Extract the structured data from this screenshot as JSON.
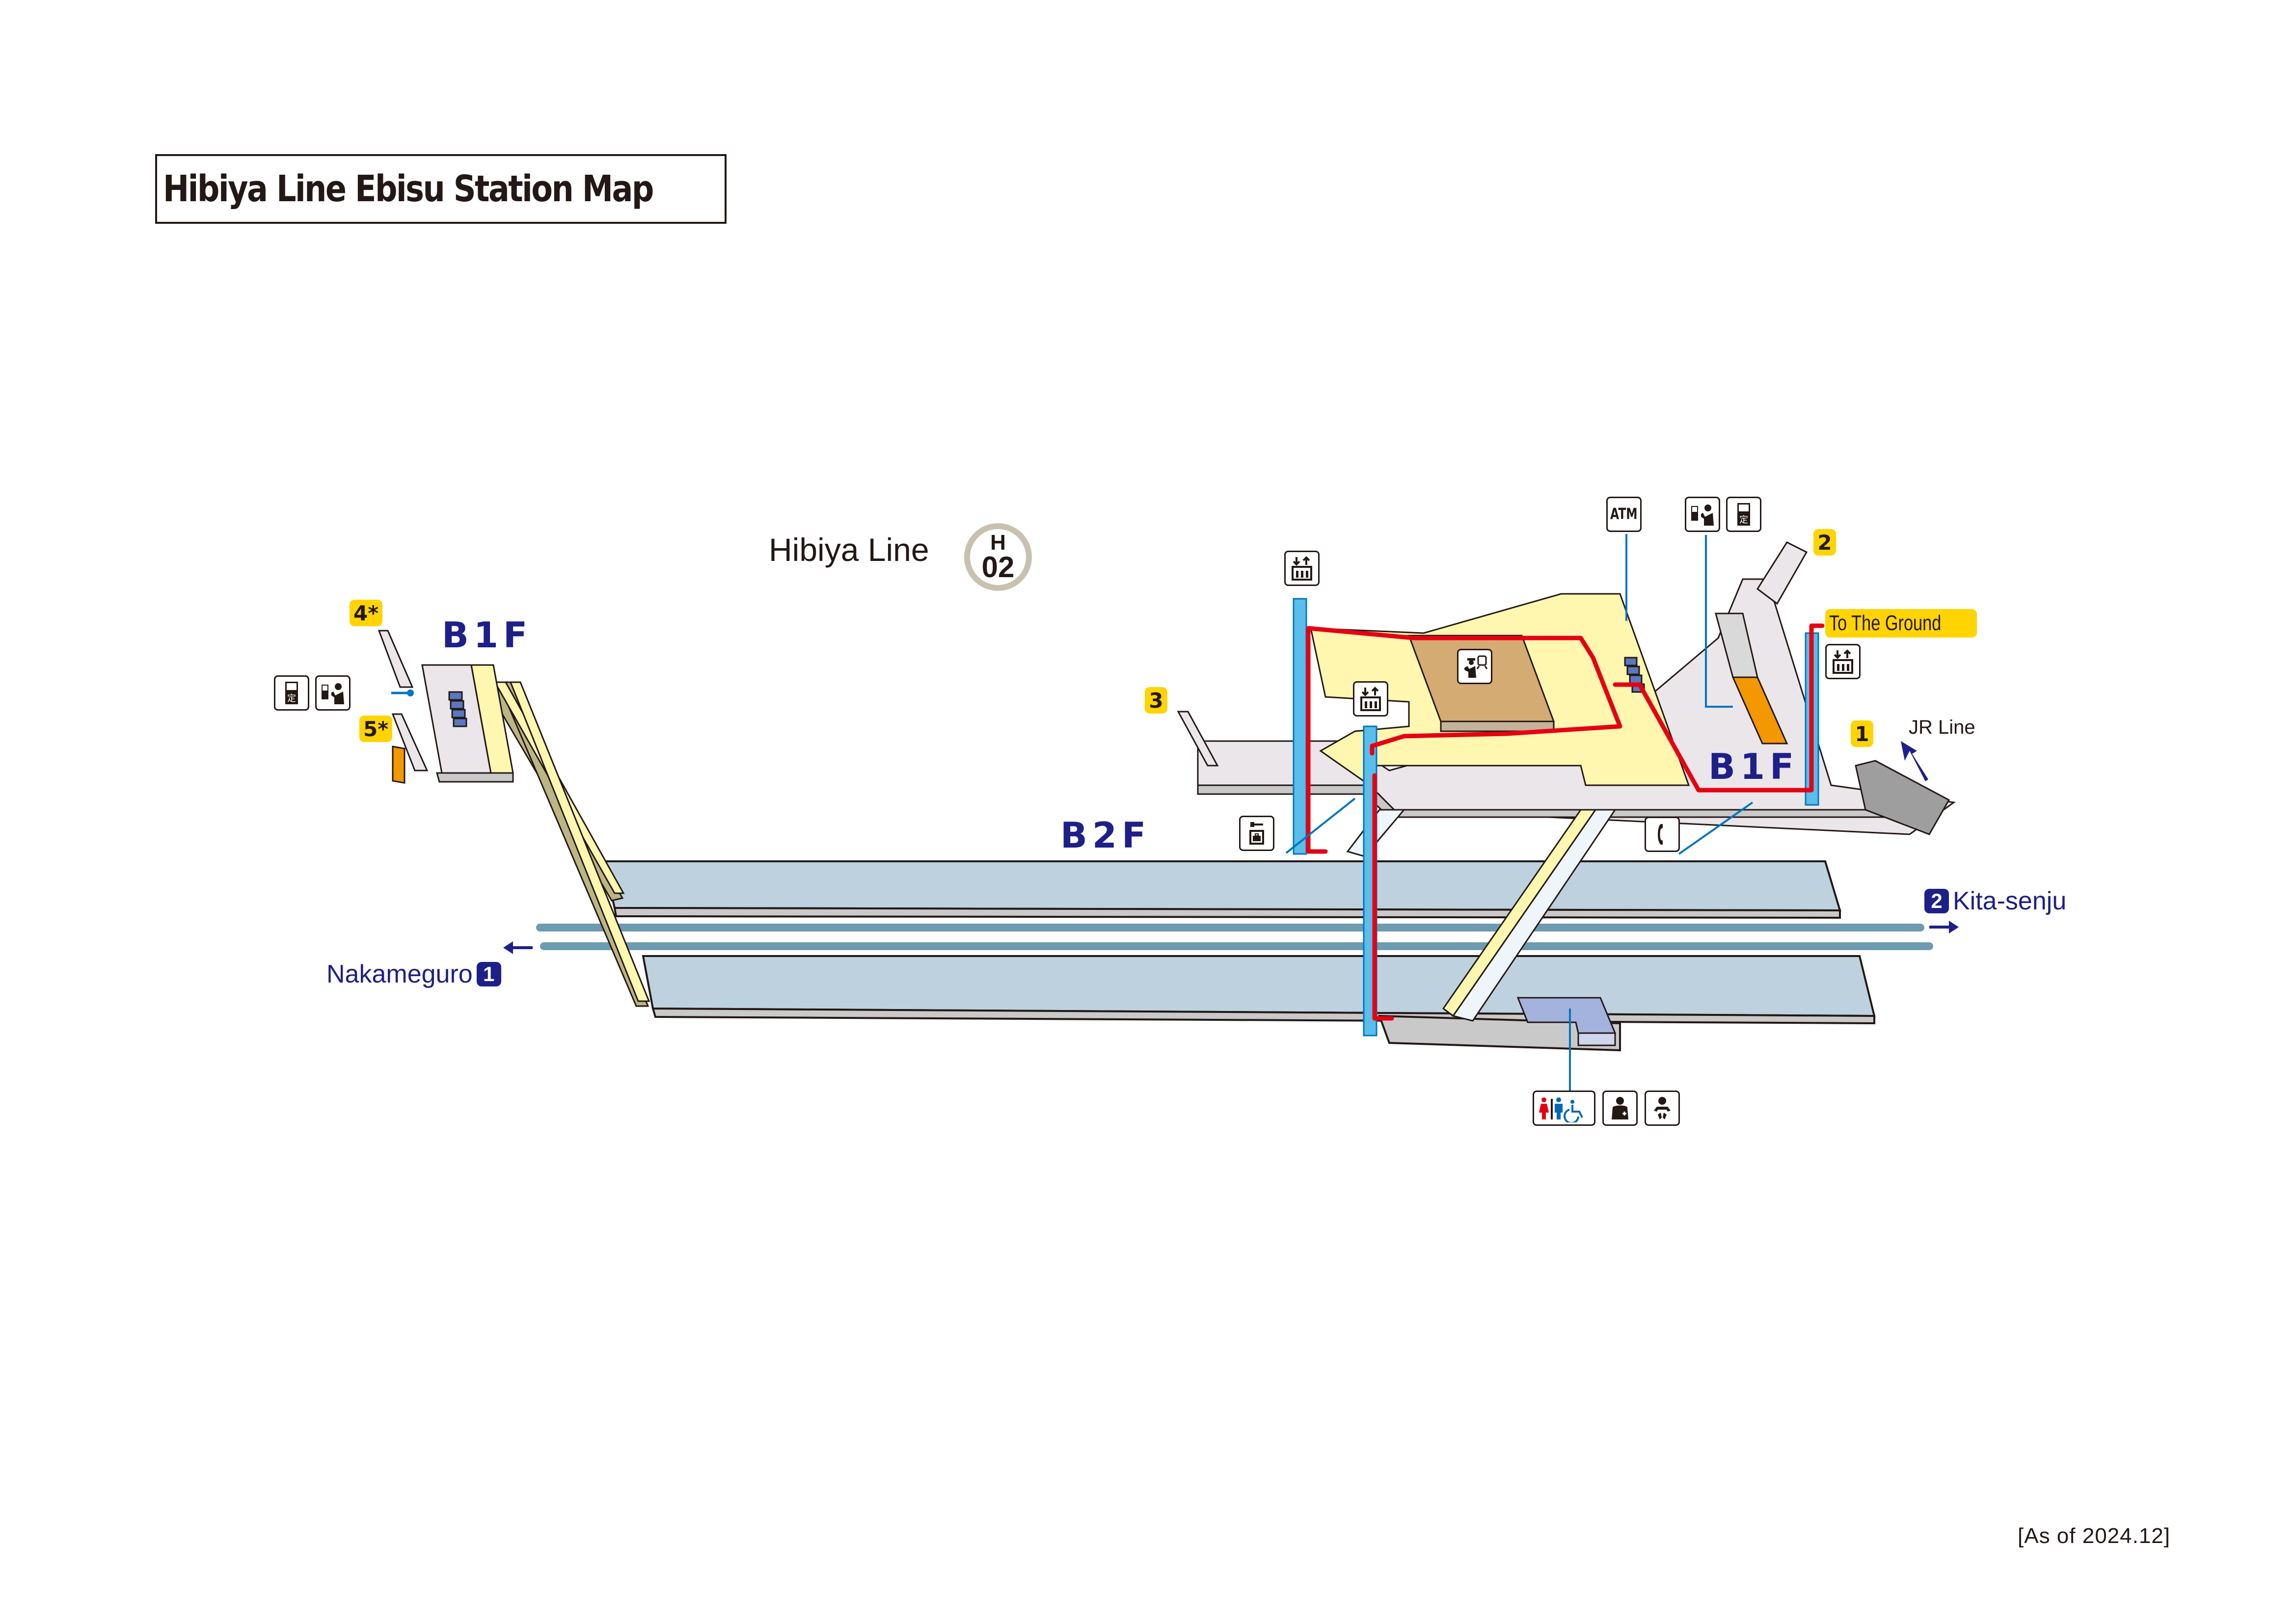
{
  "title": "Hibiya Line Ebisu Station Map",
  "as_of": "[As of 2024.12]",
  "line": {
    "name": "Hibiya Line",
    "code_letter": "H",
    "code_number": "02",
    "color_badge_ring": "#c9c1b0"
  },
  "floors": {
    "b1f_west": "B1F",
    "b1f_east": "B1F",
    "b2f": "B2F"
  },
  "exits": [
    {
      "id": "1",
      "label": "1"
    },
    {
      "id": "2",
      "label": "2"
    },
    {
      "id": "3",
      "label": "3"
    },
    {
      "id": "4",
      "label": "4*"
    },
    {
      "id": "5",
      "label": "5*"
    }
  ],
  "to_the_ground": "To The Ground",
  "transfer": {
    "jr_line": "JR Line"
  },
  "destinations": {
    "platform_1": {
      "number": "1",
      "name": "Nakameguro",
      "direction": "west"
    },
    "platform_2": {
      "number": "2",
      "name": "Kita-senju",
      "direction": "east"
    }
  },
  "facilities": {
    "west_ticket": [
      "commuter-pass-icon",
      "fare-adjustment-icon"
    ],
    "atm": "ATM",
    "east_ticket": [
      "fare-adjustment-icon",
      "commuter-pass-icon"
    ],
    "elevators": [
      "elevator-icon",
      "elevator-icon",
      "elevator-icon"
    ],
    "coin_locker": "coin-locker-icon",
    "telephone": "telephone-icon",
    "station_office": "station-office-icon",
    "restrooms": [
      "accessible-restroom-icon",
      "first-aid-room-icon",
      "baby-changing-icon"
    ]
  },
  "legend_colors": {
    "barrier_free_route": "#e60012",
    "elevator_shaft": "#5bbde9",
    "paid_area": "#fff7b0",
    "unpaid_area": "#ebe6ea",
    "platform": "#bdd2de",
    "track": "#6d9bb1",
    "ticket_machine": "#f39800",
    "gate": "#5a78be",
    "station_office": "#d4ab72",
    "restroom_block": "#a3b3de",
    "exit_badge": "#ffd400",
    "floor_label": "#1d2088"
  }
}
